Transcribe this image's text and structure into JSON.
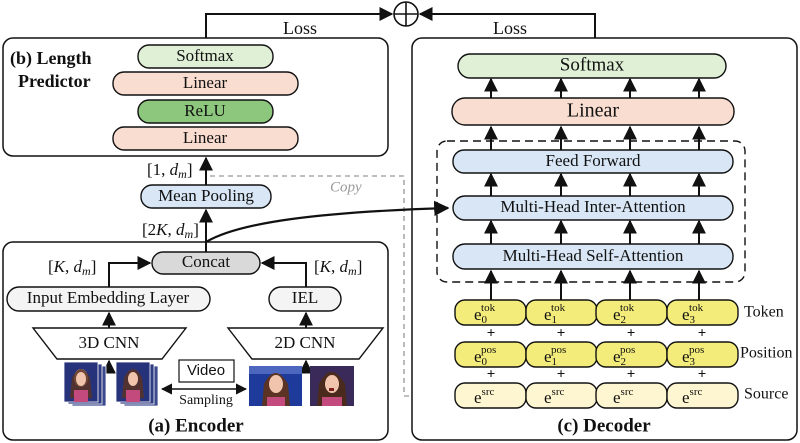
{
  "top": {
    "loss_left": "Loss",
    "loss_right": "Loss",
    "sum_symbol": "⊕"
  },
  "length_predictor": {
    "title_line1": "(b) Length",
    "title_line2": "Predictor",
    "layers": [
      "Softmax",
      "Linear",
      "ReLU",
      "Linear"
    ],
    "dim_label_base": "[1, ",
    "dim_var": "d",
    "dim_sub": "m",
    "dim_close": "]",
    "pooling": "Mean Pooling",
    "copy_label": "Copy"
  },
  "encoder": {
    "caption": "(a) Encoder",
    "concat": "Concat",
    "concat_dim": {
      "open": "[2",
      "k": "K",
      "sep": ", ",
      "d": "d",
      "sub": "m",
      "close": "]"
    },
    "left_dim": {
      "open": "[",
      "k": "K",
      "sep": ", ",
      "d": "d",
      "sub": "m",
      "close": "]"
    },
    "right_dim": {
      "open": "[",
      "k": "K",
      "sep": ", ",
      "d": "d",
      "sub": "m",
      "close": "]"
    },
    "input_embedding": "Input Embedding Layer",
    "iel": "IEL",
    "cnn_3d": "3D CNN",
    "cnn_2d": "2D CNN",
    "video_label": "Video",
    "sampling_label": "Sampling"
  },
  "decoder": {
    "caption": "(c) Decoder",
    "softmax": "Softmax",
    "linear": "Linear",
    "feed_forward": "Feed Forward",
    "inter_attention": "Multi-Head Inter-Attention",
    "self_attention": "Multi-Head Self-Attention",
    "token_row": {
      "base": "e",
      "sup": "tok",
      "subs": [
        "0",
        "1",
        "2",
        "3"
      ],
      "label": "Token"
    },
    "position_row": {
      "base": "e",
      "sup": "pos",
      "subs": [
        "0",
        "1",
        "2",
        "3"
      ],
      "label": "Position"
    },
    "source_row": {
      "base": "e",
      "sup": "src",
      "label": "Source"
    },
    "plus": "+"
  },
  "colors": {
    "softmax": "#dff0d6",
    "linear": "#f9ddd0",
    "relu": "#8dc77e",
    "pooling": "#d8e6f5",
    "concat": "#d9d9d9",
    "embedding": "#f4f4f4",
    "attention": "#d8e6f5",
    "token": "#f3ec7a",
    "source": "#fdf6d0",
    "copy_gray": "#aaaaaa"
  }
}
